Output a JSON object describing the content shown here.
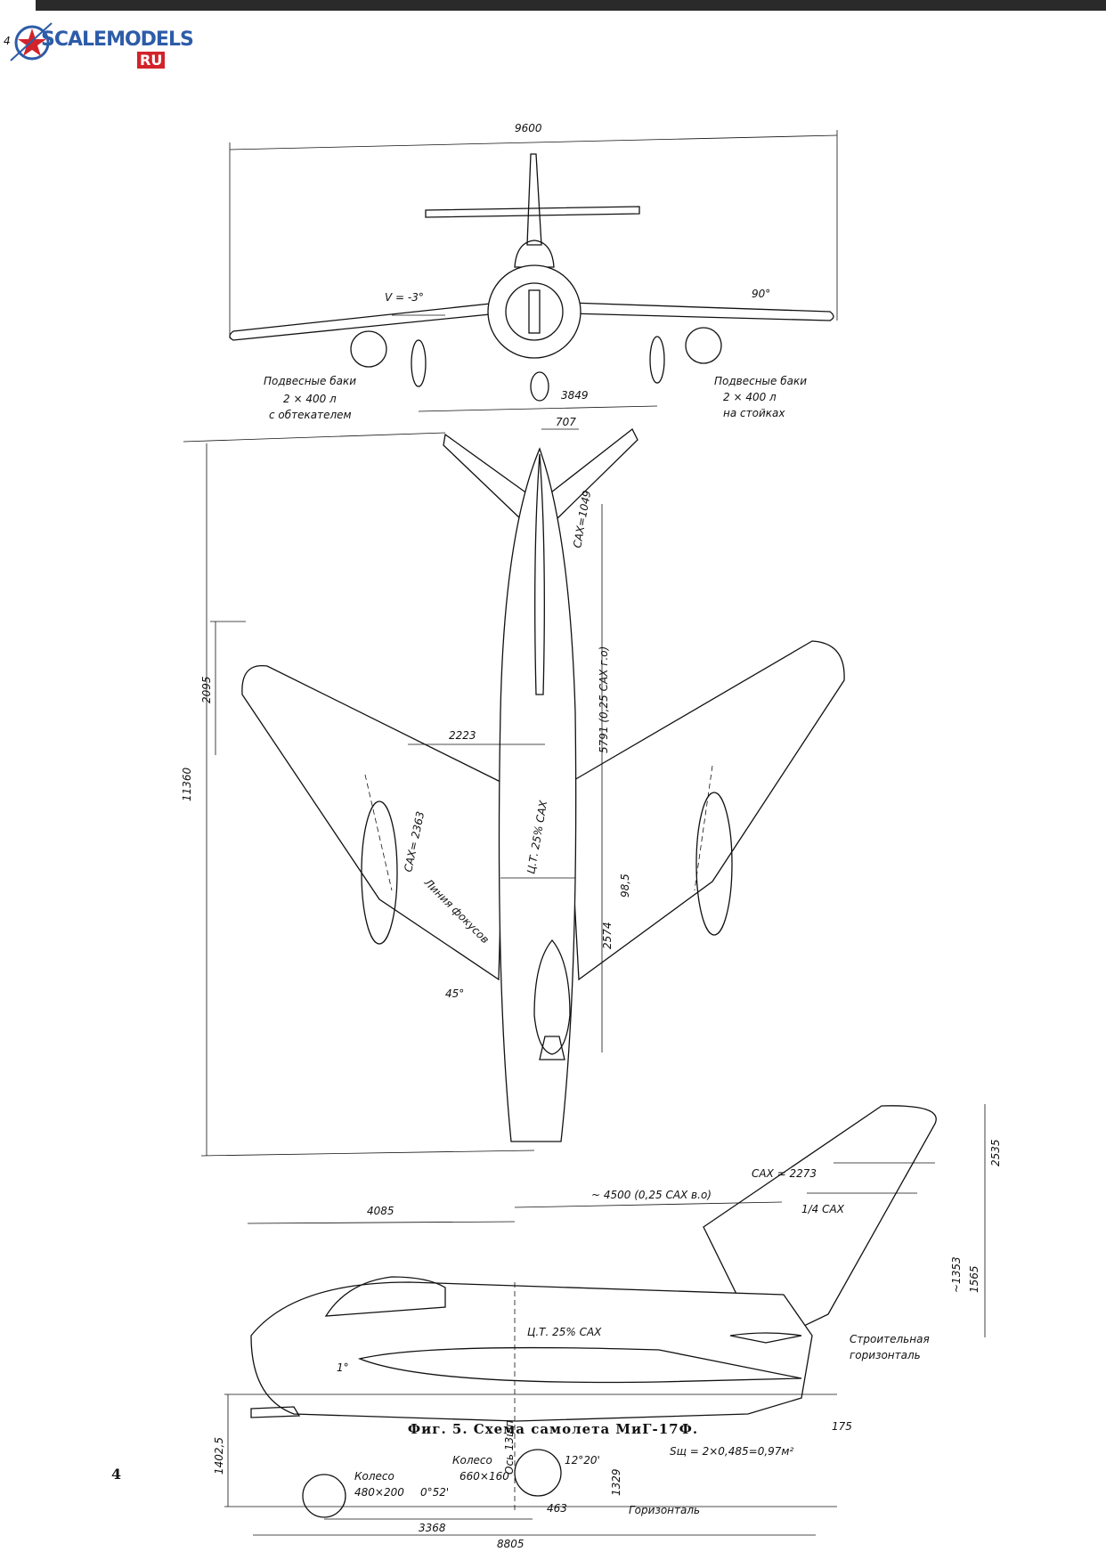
{
  "header": {
    "logo_text": "SCALEMODELS",
    "logo_suffix": "RU",
    "corner_mark": "4"
  },
  "front_view": {
    "span": "9600",
    "dihedral": "V = -3°",
    "angle": "90°",
    "tank_spacing": "3849",
    "left_tanks_line1": "Подвесные баки",
    "left_tanks_line2": "2 × 400 л",
    "left_tanks_line3": "с обтекателем",
    "right_tanks_line1": "Подвесные баки",
    "right_tanks_line2": "2 × 400 л",
    "right_tanks_line3": "на стойках"
  },
  "top_view": {
    "length": "11360",
    "wing_offset": "2095",
    "tail_width": "707",
    "tail_mac": "САХ=1049",
    "cg_distance": "5791 (0,25 САХ г.о)",
    "span_to_mac": "2223",
    "mac": "САХ= 2363",
    "cg_label": "Ц.Т. 25% САХ",
    "focus_line": "Линия фокусов",
    "sweep": "45°",
    "cg_small": "98,5",
    "wing_root": "2574"
  },
  "side_view": {
    "nose_length": "4085",
    "tail_dist": "~ 4500 (0,25 САХ в.о)",
    "fin_mac": "САХ = 2273",
    "quarter_mac": "1/4 САХ",
    "fin_height": "2535",
    "fin_1353": "~1353",
    "fin_1565": "1565",
    "cg_label": "Ц.Т. 25% САХ",
    "build_line1": "Строительная",
    "build_line2": "горизонталь",
    "incidence": "1°",
    "height_total": "1402,5",
    "axis_label": "Ось 13шп",
    "wheel1_label": "Колесо",
    "wheel1_size": "480×200",
    "wheel2_label": "Колесо",
    "wheel2_size": "660×160",
    "angle_small": "0°52'",
    "angle_tail": "12°20'",
    "dim_1329": "1329",
    "brake_area": "Sщ = 2×0,485=0,97м²",
    "dim_175": "175",
    "wheelbase": "3368",
    "dim_463": "463",
    "horizon": "Горизонталь",
    "total_length": "8805"
  },
  "caption": "Фиг. 5. Схема самолета МиГ-17Ф.",
  "page_number": "4"
}
